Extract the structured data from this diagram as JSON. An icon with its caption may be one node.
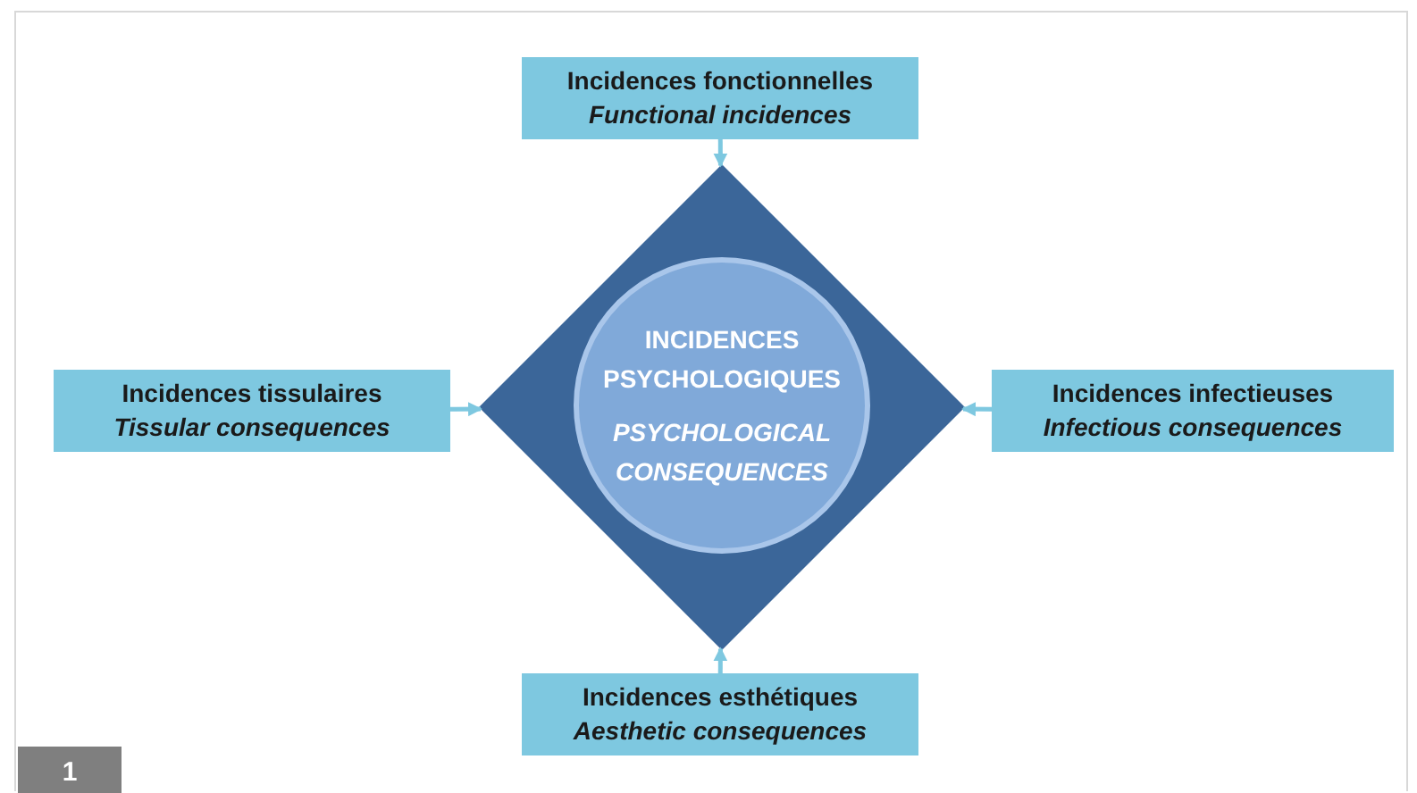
{
  "diagram": {
    "nodes": [
      {
        "text": [
          "Incidences fonctionnelles",
          "Functional incidences"
        ]
      },
      {
        "text": [
          "Incidences tissulaires",
          "Tissular consequences"
        ]
      },
      {
        "text": [
          "Incidences infectieuses",
          "Infectious consequences"
        ]
      },
      {
        "text": [
          "Incidences esthétiques",
          "Aesthetic consequences"
        ]
      },
      {
        "text": [],
        "shape": "diamond"
      },
      {
        "text": [
          "INCIDENCES PSYCHOLOGIQUES",
          "PSYCHOLOGICAL CONSEQUENCES"
        ],
        "in": 4
      }
    ],
    "edges": [
      {
        "from": 0,
        "to": 4,
        "arrow": "to"
      },
      {
        "from": 1,
        "to": 4,
        "arrow": "to"
      },
      {
        "from": 2,
        "to": 4,
        "arrow": "to"
      },
      {
        "from": 3,
        "to": 4,
        "arrow": "to"
      }
    ],
    "labels": [
      "1"
    ]
  }
}
